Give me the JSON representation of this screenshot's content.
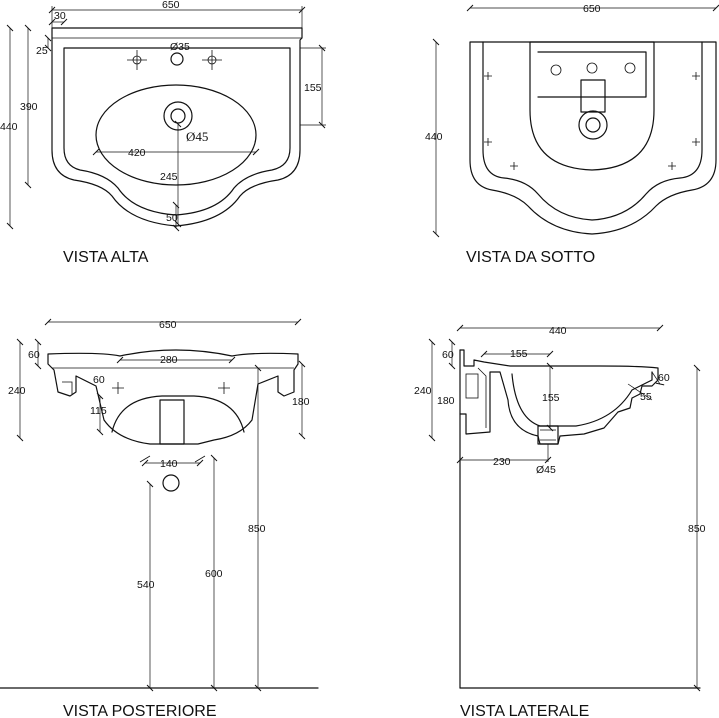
{
  "views": {
    "top": {
      "caption": "VISTA ALTA",
      "dims": {
        "width": "650",
        "rim": "30",
        "back": "25",
        "tap_hole": "Ø35",
        "depth_total": "440",
        "depth_bowl": "390",
        "tap_offset": "155",
        "bowl_width": "420",
        "drain": "Ø45",
        "drain_pos": "245",
        "front": "50"
      }
    },
    "bottom": {
      "caption": "VISTA DA SOTTO",
      "dims": {
        "width": "650",
        "depth": "440"
      }
    },
    "rear": {
      "caption": "VISTA POSTERIORE",
      "dims": {
        "width": "650",
        "rim": "60",
        "height": "240",
        "inner": "280",
        "side": "60",
        "side_h": "115",
        "right_h": "180",
        "spacing": "140",
        "floor_850": "850",
        "floor_600": "600",
        "floor_540": "540"
      }
    },
    "side": {
      "caption": "VISTA LATERALE",
      "dims": {
        "depth": "440",
        "rim": "60",
        "height": "240",
        "back_h": "180",
        "top_155": "155",
        "mid_155": "155",
        "front_60": "60",
        "front_55": "55",
        "offset": "230",
        "drain": "Ø45",
        "floor": "850"
      }
    }
  }
}
